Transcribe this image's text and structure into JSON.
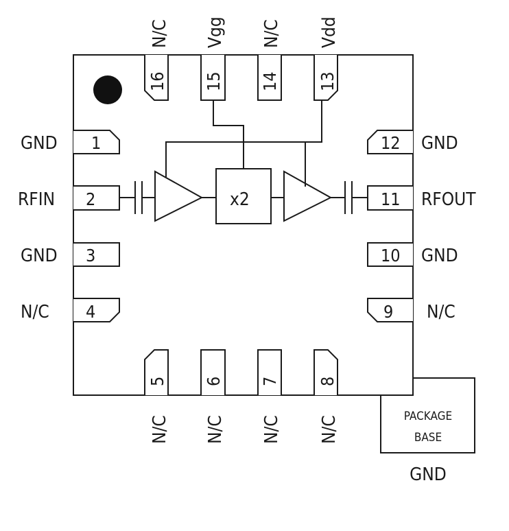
{
  "pins": {
    "p1": {
      "num": "1",
      "label": "GND"
    },
    "p2": {
      "num": "2",
      "label": "RFIN"
    },
    "p3": {
      "num": "3",
      "label": "GND"
    },
    "p4": {
      "num": "4",
      "label": "N/C"
    },
    "p5": {
      "num": "5",
      "label": "N/C"
    },
    "p6": {
      "num": "6",
      "label": "N/C"
    },
    "p7": {
      "num": "7",
      "label": "N/C"
    },
    "p8": {
      "num": "8",
      "label": "N/C"
    },
    "p9": {
      "num": "9",
      "label": "N/C"
    },
    "p10": {
      "num": "10",
      "label": "GND"
    },
    "p11": {
      "num": "11",
      "label": "RFOUT"
    },
    "p12": {
      "num": "12",
      "label": "GND"
    },
    "p13": {
      "num": "13",
      "label": "Vdd"
    },
    "p14": {
      "num": "14",
      "label": "N/C"
    },
    "p15": {
      "num": "15",
      "label": "Vgg"
    },
    "p16": {
      "num": "16",
      "label": "N/C"
    }
  },
  "multiplier": {
    "label": "x2"
  },
  "package_base": {
    "line1": "PACKAGE",
    "line2": "BASE",
    "label": "GND"
  }
}
